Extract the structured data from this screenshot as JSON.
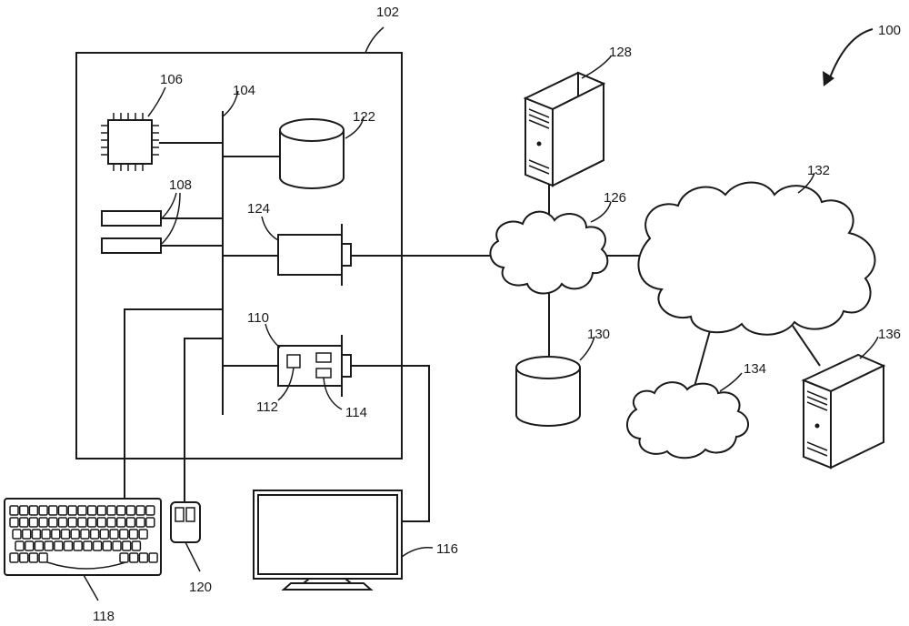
{
  "labels": {
    "system": "100",
    "computer": "102",
    "bus": "104",
    "processor": "106",
    "memory": "108",
    "io_controller": "110",
    "io_chip": "112",
    "io_module": "114",
    "monitor": "116",
    "keyboard": "118",
    "mouse": "120",
    "storage": "122",
    "network_adapter": "124",
    "network": "126",
    "server_top": "128",
    "database": "130",
    "cloud_large": "132",
    "cloud_small": "134",
    "server_right": "136"
  },
  "icons": [
    "processor-chip-icon",
    "memory-module-icon",
    "database-cylinder-icon",
    "network-card-icon",
    "cloud-icon",
    "server-tower-icon",
    "keyboard-icon",
    "mouse-icon",
    "monitor-icon"
  ]
}
